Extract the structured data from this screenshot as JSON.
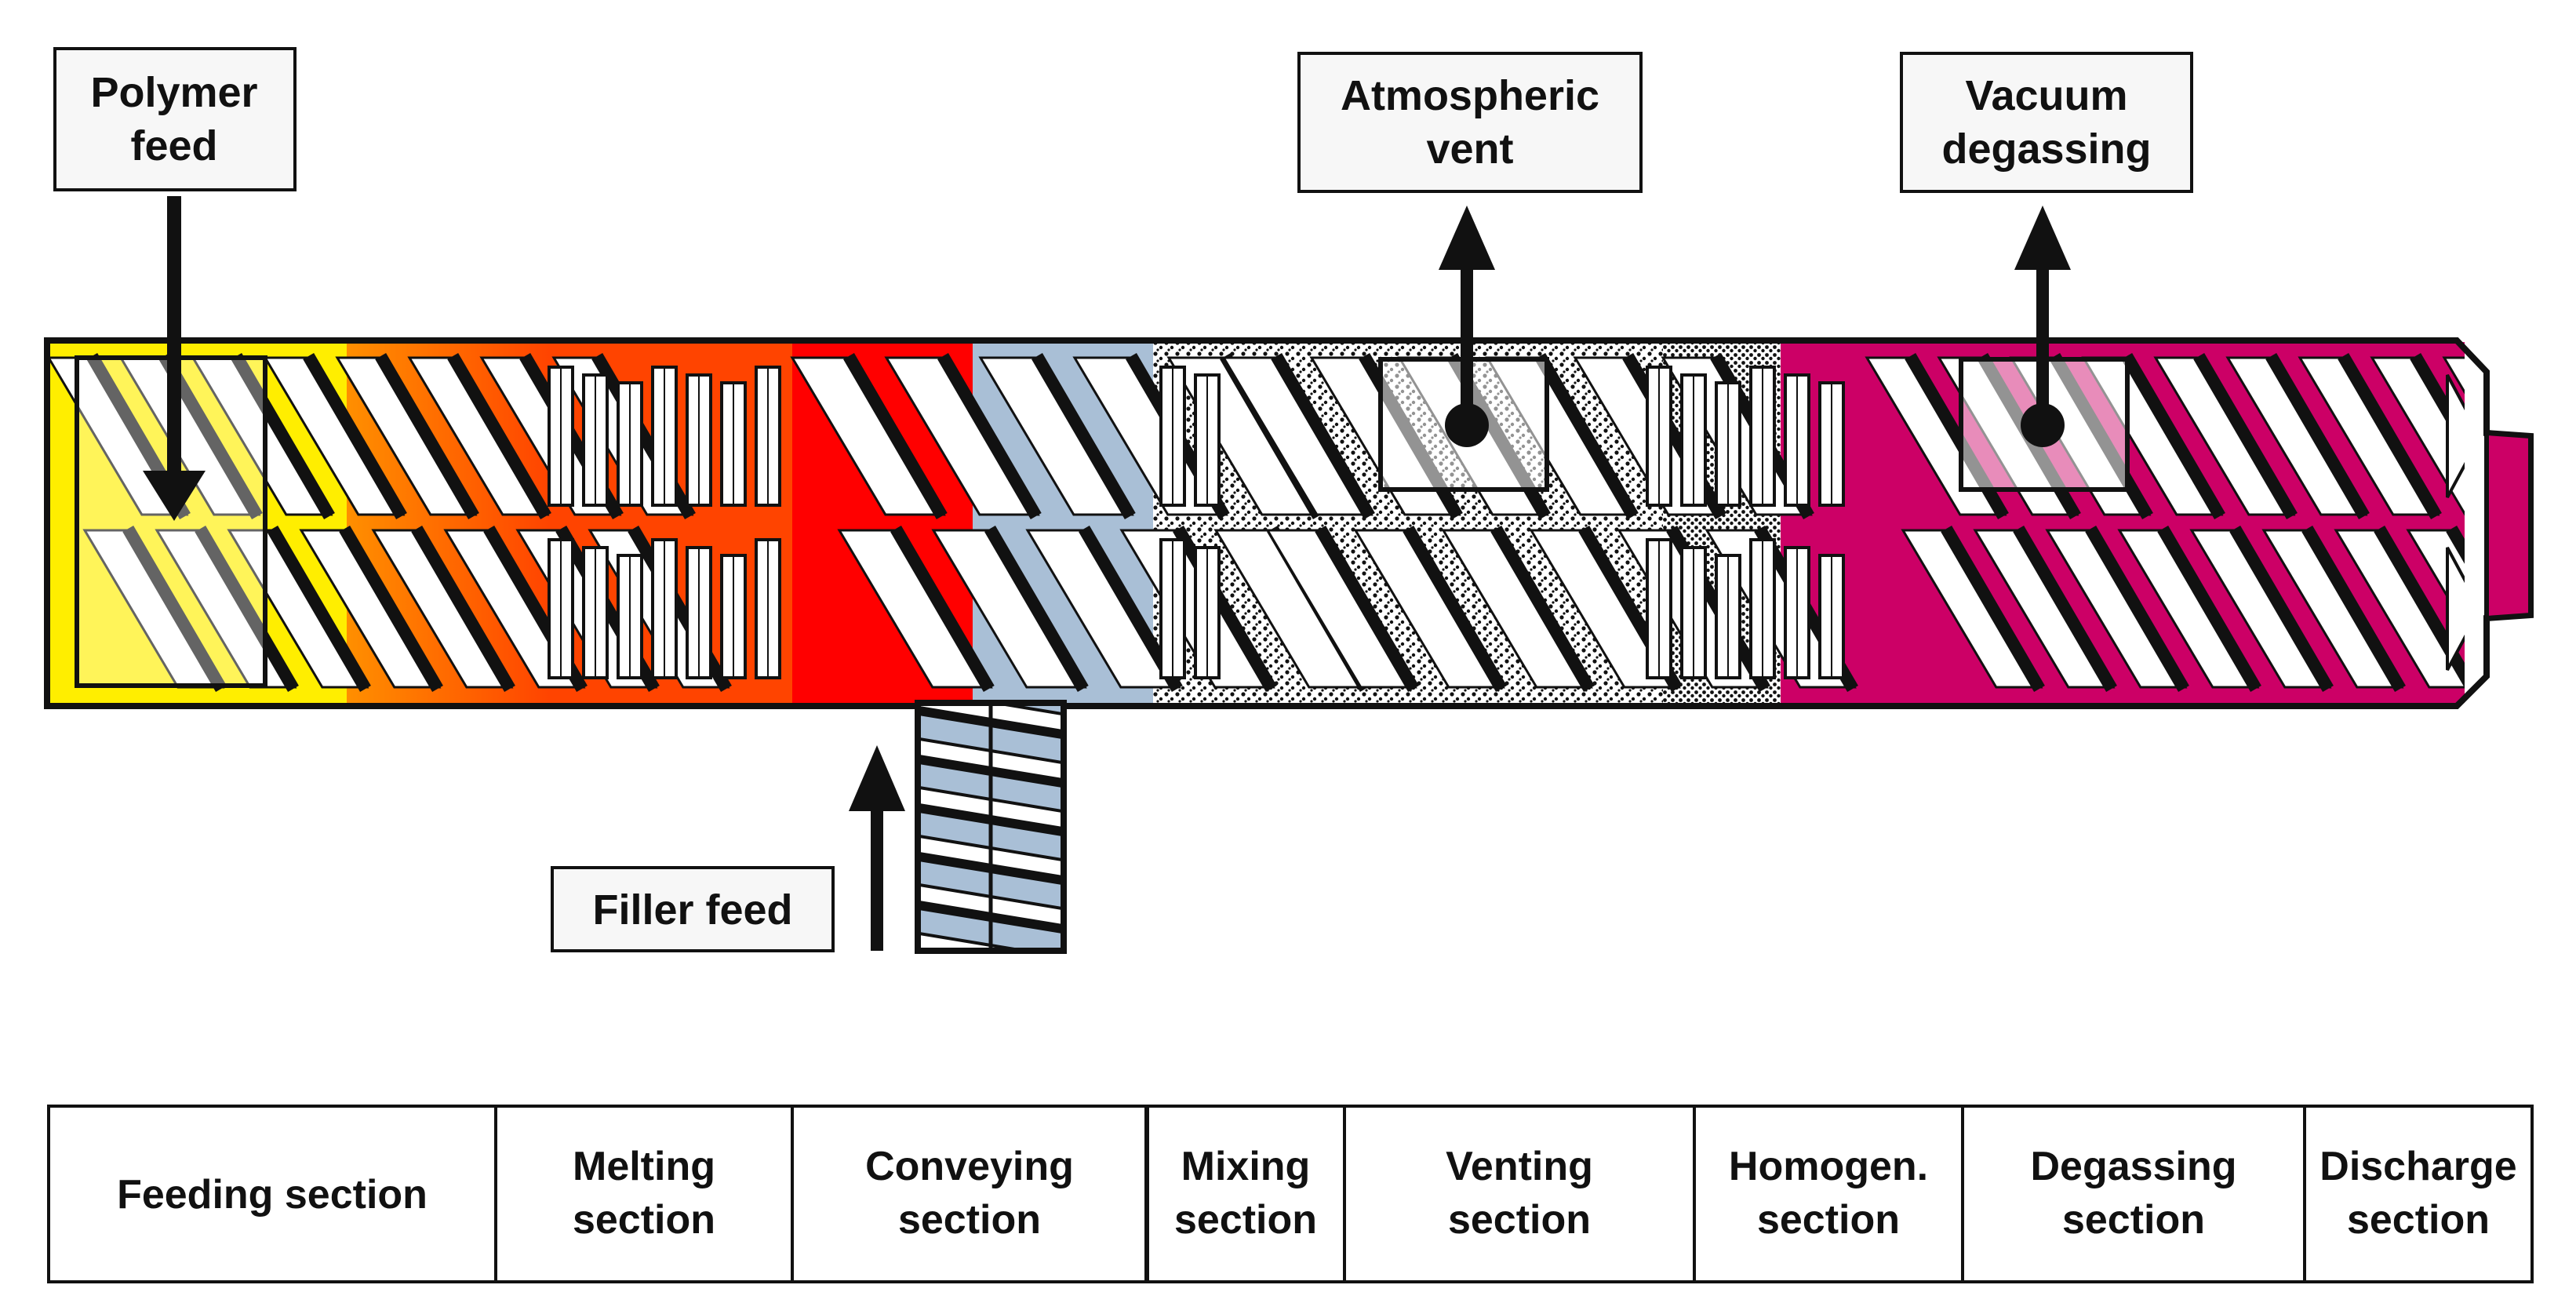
{
  "labels": {
    "polymer_feed": [
      "Polymer",
      "feed"
    ],
    "atmospheric_vent": [
      "Atmospheric",
      "vent"
    ],
    "vacuum_degassing": [
      "Vacuum",
      "degassing"
    ],
    "filler_feed": "Filler feed"
  },
  "sections": [
    {
      "id": "feeding",
      "lines": [
        "Feeding section"
      ]
    },
    {
      "id": "melting",
      "lines": [
        "Melting",
        "section"
      ]
    },
    {
      "id": "conveying",
      "lines": [
        "Conveying",
        "section"
      ]
    },
    {
      "id": "mixing",
      "lines": [
        "Mixing",
        "section"
      ]
    },
    {
      "id": "venting",
      "lines": [
        "Venting",
        "section"
      ]
    },
    {
      "id": "homogen",
      "lines": [
        "Homogen.",
        "section"
      ]
    },
    {
      "id": "degassing",
      "lines": [
        "Degassing",
        "section"
      ]
    },
    {
      "id": "discharge",
      "lines": [
        "Discharge",
        "section"
      ]
    }
  ],
  "colors": {
    "polymer_solid": "#ffee00",
    "melt_orange": "#ff8800",
    "melt_red": "#ff0000",
    "filler": "#a9bfd6",
    "degassed_melt": "#cc0066",
    "outline": "#111111"
  }
}
